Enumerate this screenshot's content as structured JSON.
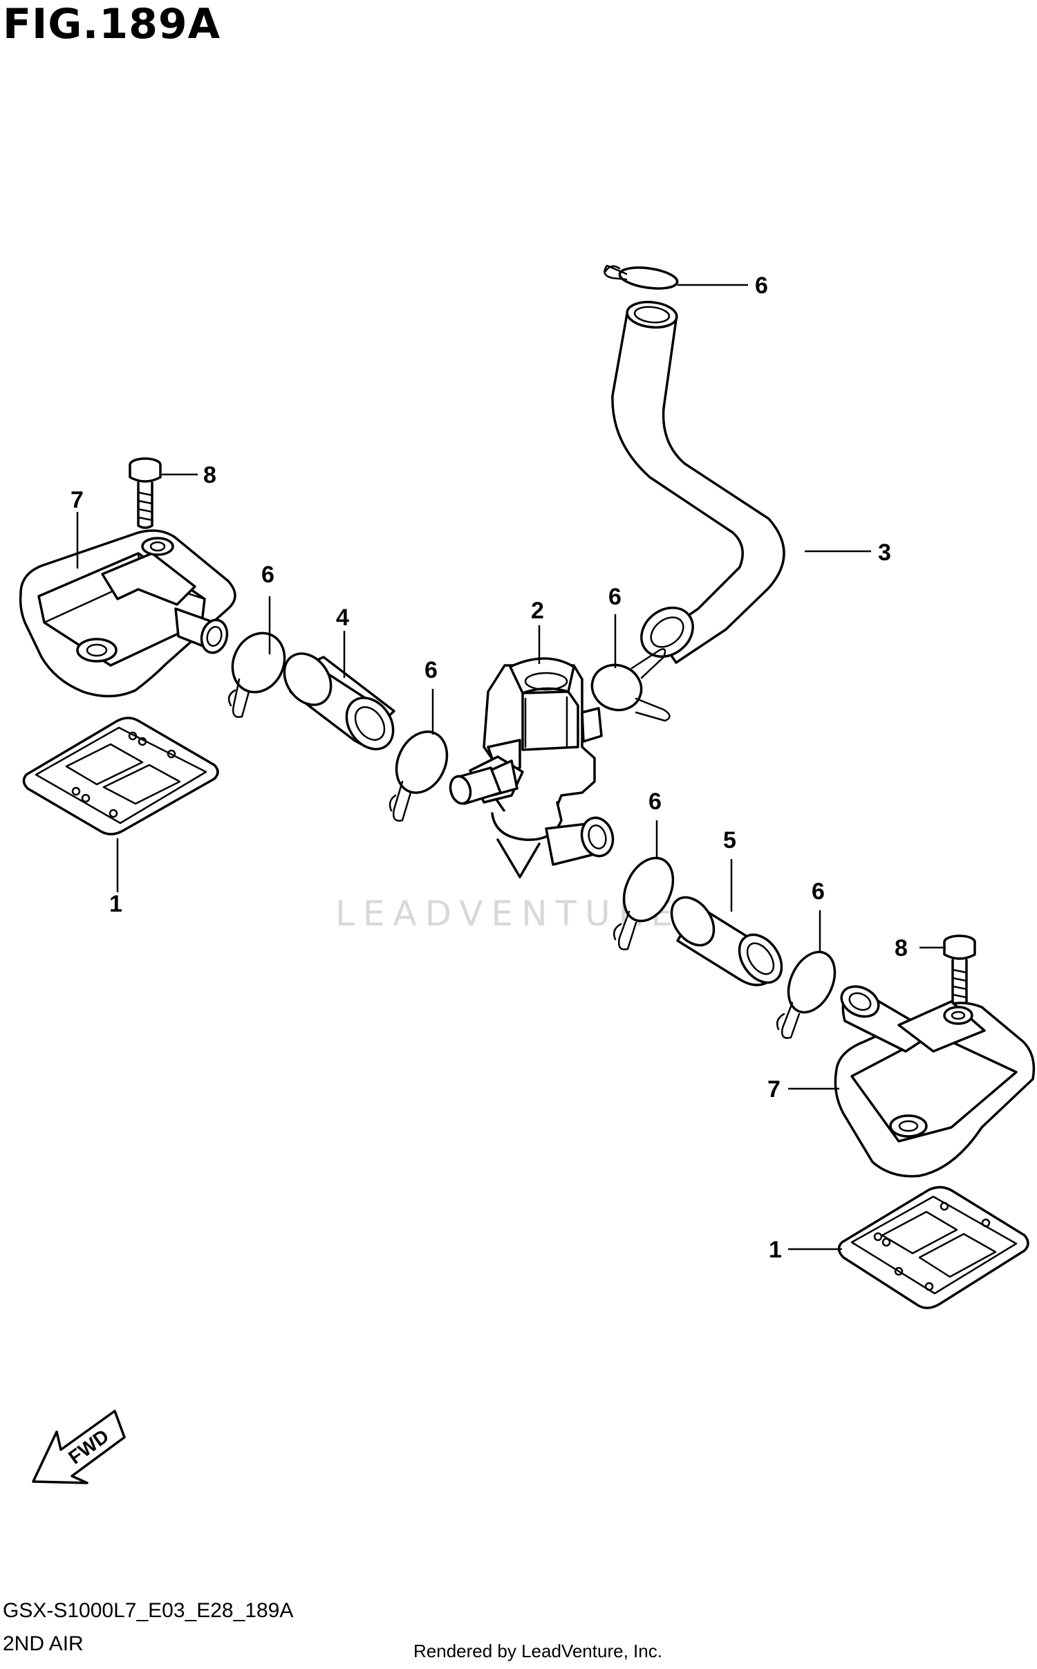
{
  "figure": {
    "title": "FIG.189A",
    "code": "GSX-S1000L7_E03_E28_189A",
    "subtitle": "2ND AIR",
    "rendered_by": "Rendered by LeadVenture, Inc.",
    "watermark": "LEADVENTURE"
  },
  "fwd_label": "FWD",
  "callouts": [
    {
      "id": "c6-top",
      "label": "6"
    },
    {
      "id": "c8-left",
      "label": "8"
    },
    {
      "id": "c7-left",
      "label": "7"
    },
    {
      "id": "c3",
      "label": "3"
    },
    {
      "id": "c6-a",
      "label": "6"
    },
    {
      "id": "c4",
      "label": "4"
    },
    {
      "id": "c2",
      "label": "2"
    },
    {
      "id": "c6-b",
      "label": "6"
    },
    {
      "id": "c6-c",
      "label": "6"
    },
    {
      "id": "c1-left",
      "label": "1"
    },
    {
      "id": "c6-d",
      "label": "6"
    },
    {
      "id": "c5",
      "label": "5"
    },
    {
      "id": "c6-e",
      "label": "6"
    },
    {
      "id": "c8-right",
      "label": "8"
    },
    {
      "id": "c7-right",
      "label": "7"
    },
    {
      "id": "c1-right",
      "label": "1"
    }
  ]
}
